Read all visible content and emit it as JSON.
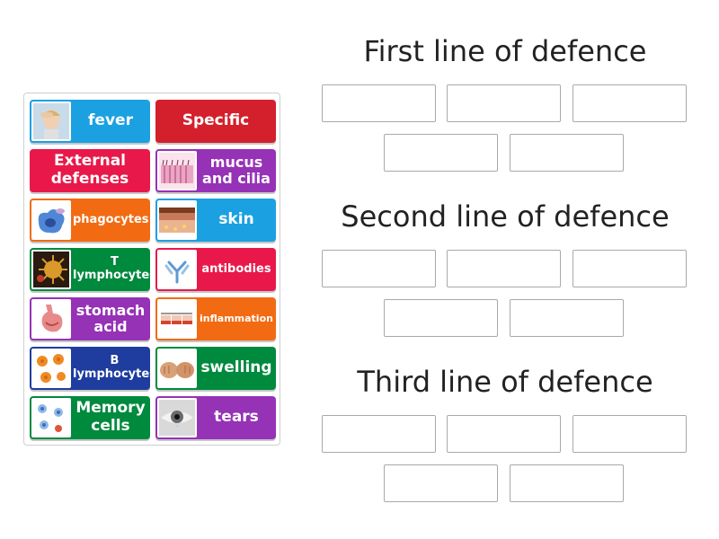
{
  "colors": {
    "blue": "#1ba1e2",
    "red": "#d4202c",
    "orange": "#f26b13",
    "purple": "#9632b6",
    "green": "#008a3e",
    "darkblue": "#1f3d9e",
    "pink": "#e8194a"
  },
  "tiles": [
    {
      "label": "fever",
      "icon": "sick-person-icon",
      "color": "blue"
    },
    {
      "label": "Specific",
      "icon": "",
      "color": "red"
    },
    {
      "label": "External\ndefenses",
      "icon": "",
      "color": "pink"
    },
    {
      "label": "mucus\nand cilia",
      "icon": "cilia-tissue-icon",
      "color": "purple"
    },
    {
      "label": "phagocytes",
      "icon": "phagocyte-cell-icon",
      "color": "orange"
    },
    {
      "label": "skin",
      "icon": "skin-layers-icon",
      "color": "blue"
    },
    {
      "label": "T\nlymphocytes",
      "icon": "t-cell-icon",
      "color": "green"
    },
    {
      "label": "antibodies",
      "icon": "antibody-icon",
      "color": "pink"
    },
    {
      "label": "stomach\nacid",
      "icon": "stomach-icon",
      "color": "purple"
    },
    {
      "label": "inflammation",
      "icon": "inflammation-diagram-icon",
      "color": "orange"
    },
    {
      "label": "B\nlymphocytes",
      "icon": "b-cell-icon",
      "color": "darkblue"
    },
    {
      "label": "swelling",
      "icon": "swollen-hands-icon",
      "color": "green"
    },
    {
      "label": "Memory\ncells",
      "icon": "memory-cells-icon",
      "color": "green"
    },
    {
      "label": "tears",
      "icon": "eye-tear-icon",
      "color": "purple"
    }
  ],
  "groups": [
    {
      "title": "First line of defence"
    },
    {
      "title": "Second line of defence"
    },
    {
      "title": "Third line of defence"
    }
  ]
}
